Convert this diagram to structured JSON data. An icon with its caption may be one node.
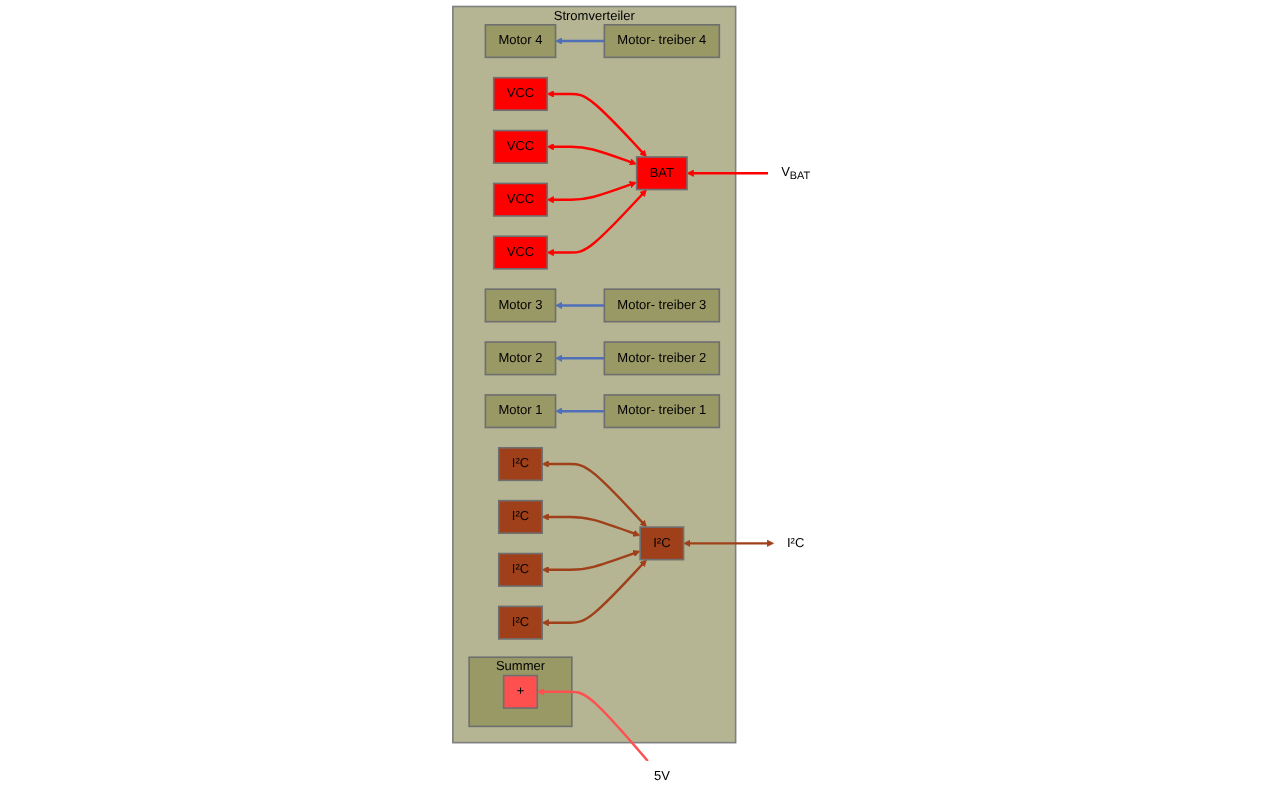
{
  "diagram": {
    "nodes": [
      {
        "text": [
          "Stromverteiler"
        ]
      },
      {
        "text": [
          "Motor 4"
        ],
        "in": 0
      },
      {
        "text": [
          "Motor- treiber 4"
        ],
        "in": 0
      },
      {
        "text": [
          "VCC"
        ],
        "in": 0
      },
      {
        "text": [
          "I²C"
        ],
        "in": 0
      },
      {
        "text": [
          "BAT"
        ],
        "in": 0
      },
      {
        "text": [
          "V$_{BAT}$"
        ]
      },
      {
        "text": [
          "Motor 3"
        ],
        "in": 0
      },
      {
        "text": [
          "Motor- treiber 3"
        ],
        "in": 0
      },
      {
        "text": [
          "VCC"
        ],
        "in": 0
      },
      {
        "text": [
          "I²C"
        ],
        "in": 0
      },
      {
        "text": [
          "Summer"
        ],
        "in": 0
      },
      {
        "text": [
          "+"
        ],
        "in": 11
      },
      {
        "text": [
          "5V"
        ]
      },
      {
        "text": [
          "Motor 2"
        ],
        "in": 0
      },
      {
        "text": [
          "Motor- treiber 2"
        ],
        "in": 0
      },
      {
        "text": [
          "VCC"
        ],
        "in": 0
      },
      {
        "text": [
          "I²C"
        ],
        "in": 0
      },
      {
        "text": [
          "Motor 1"
        ],
        "in": 0
      },
      {
        "text": [
          "Motor- treiber 1"
        ],
        "in": 0
      },
      {
        "text": [
          "VCC"
        ],
        "in": 0
      },
      {
        "text": [
          "I²C"
        ],
        "in": 0
      },
      {
        "text": [
          "I²C"
        ],
        "in": 0
      },
      {
        "text": [
          "I²C"
        ]
      }
    ],
    "edges": [
      {
        "from": 2,
        "to": 1,
        "arrow": "to",
        "color": "#4f6fb8"
      },
      {
        "from": 8,
        "to": 7,
        "arrow": "to",
        "color": "#4f6fb8"
      },
      {
        "from": 15,
        "to": 14,
        "arrow": "to",
        "color": "#4f6fb8"
      },
      {
        "from": 19,
        "to": 18,
        "arrow": "to",
        "color": "#4f6fb8"
      },
      {
        "from": 5,
        "to": 3,
        "arrow": "both",
        "color": "#ff0000"
      },
      {
        "from": 5,
        "to": 9,
        "arrow": "both",
        "color": "#ff0000"
      },
      {
        "from": 5,
        "to": 16,
        "arrow": "both",
        "color": "#ff0000"
      },
      {
        "from": 5,
        "to": 20,
        "arrow": "both",
        "color": "#ff0000"
      },
      {
        "from": 22,
        "to": 4,
        "arrow": "both",
        "color": "#a0401a"
      },
      {
        "from": 22,
        "to": 10,
        "arrow": "both",
        "color": "#a0401a"
      },
      {
        "from": 22,
        "to": 17,
        "arrow": "both",
        "color": "#a0401a"
      },
      {
        "from": 22,
        "to": 21,
        "arrow": "both",
        "color": "#a0401a"
      },
      {
        "from": 6,
        "to": 5,
        "arrow": "to",
        "color": "#ff0000"
      },
      {
        "from": 13,
        "to": 12,
        "arrow": "to",
        "color": "#ff5050"
      },
      {
        "from": 23,
        "to": 22,
        "arrow": "both",
        "color": "#a0401a"
      }
    ]
  }
}
